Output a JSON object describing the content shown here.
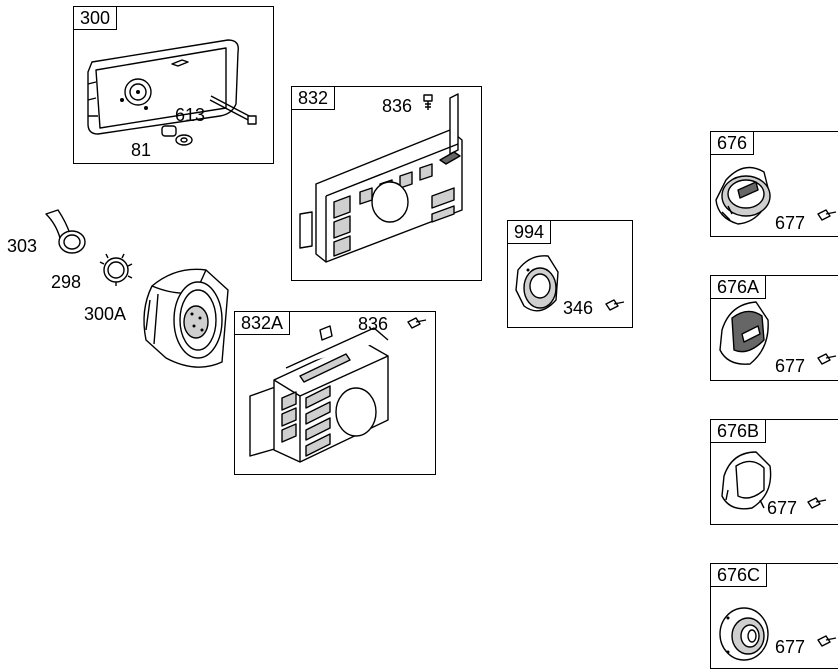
{
  "diagram": {
    "boxes": [
      {
        "id": "300",
        "label": "300"
      },
      {
        "id": "832",
        "label": "832"
      },
      {
        "id": "832A",
        "label": "832A"
      },
      {
        "id": "994",
        "label": "994"
      },
      {
        "id": "676",
        "label": "676"
      },
      {
        "id": "676A",
        "label": "676A"
      },
      {
        "id": "676B",
        "label": "676B"
      },
      {
        "id": "676C",
        "label": "676C"
      }
    ],
    "callouts": {
      "p613": "613",
      "p81": "81",
      "p836a": "836",
      "p836b": "836",
      "p303": "303",
      "p298": "298",
      "p300A": "300A",
      "p346": "346",
      "p677a": "677",
      "p677b": "677",
      "p677c": "677",
      "p677d": "677"
    }
  }
}
